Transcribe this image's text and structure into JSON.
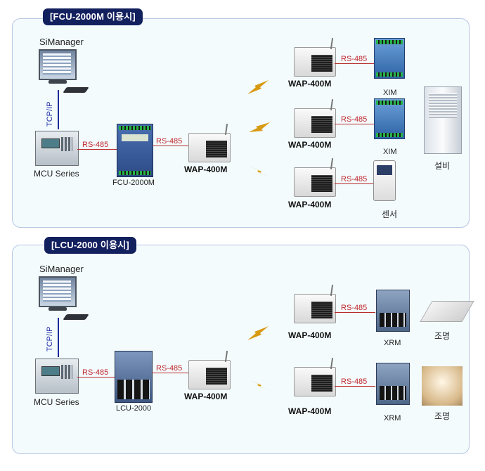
{
  "panels": [
    {
      "title": "[FCU-2000M 이용시]",
      "simanager_label": "SiManager",
      "tcp_label": "TCP/IP",
      "mcu_label": "MCU Series",
      "controller_label": "FCU-2000M",
      "hub_wap_label": "WAP-400M",
      "rs_labels": [
        "RS-485",
        "RS-485",
        "RS-485",
        "RS-485",
        "RS-485"
      ],
      "remote_waps": [
        "WAP-400M",
        "WAP-400M",
        "WAP-400M"
      ],
      "remote_devices": [
        "XIM",
        "XIM",
        "센서"
      ],
      "equipment_label": "설비"
    },
    {
      "title": "[LCU-2000 이용시]",
      "simanager_label": "SiManager",
      "tcp_label": "TCP/IP",
      "mcu_label": "MCU Series",
      "controller_label": "LCU-2000",
      "hub_wap_label": "WAP-400M",
      "rs_labels": [
        "RS-485",
        "RS-485",
        "RS-485",
        "RS-485"
      ],
      "remote_waps": [
        "WAP-400M",
        "WAP-400M"
      ],
      "remote_devices": [
        "XRM",
        "XRM"
      ],
      "lighting_labels": [
        "조명",
        "조명"
      ]
    }
  ],
  "colors": {
    "title_bg": "#13205e",
    "panel_bg": "#f3fbfd",
    "panel_border": "#b9c6e3",
    "rs485_line": "#b92c2c",
    "tcp_line": "#1c2a9a",
    "wireless_bolt": "#d89a12"
  },
  "icons": [
    "monitor-icon",
    "mcu-icon",
    "controller-icon",
    "wap-icon",
    "xim-icon",
    "sensor-icon",
    "air-conditioner-icon",
    "xrm-icon",
    "ceiling-light-icon",
    "wireless-bolt-icon"
  ]
}
